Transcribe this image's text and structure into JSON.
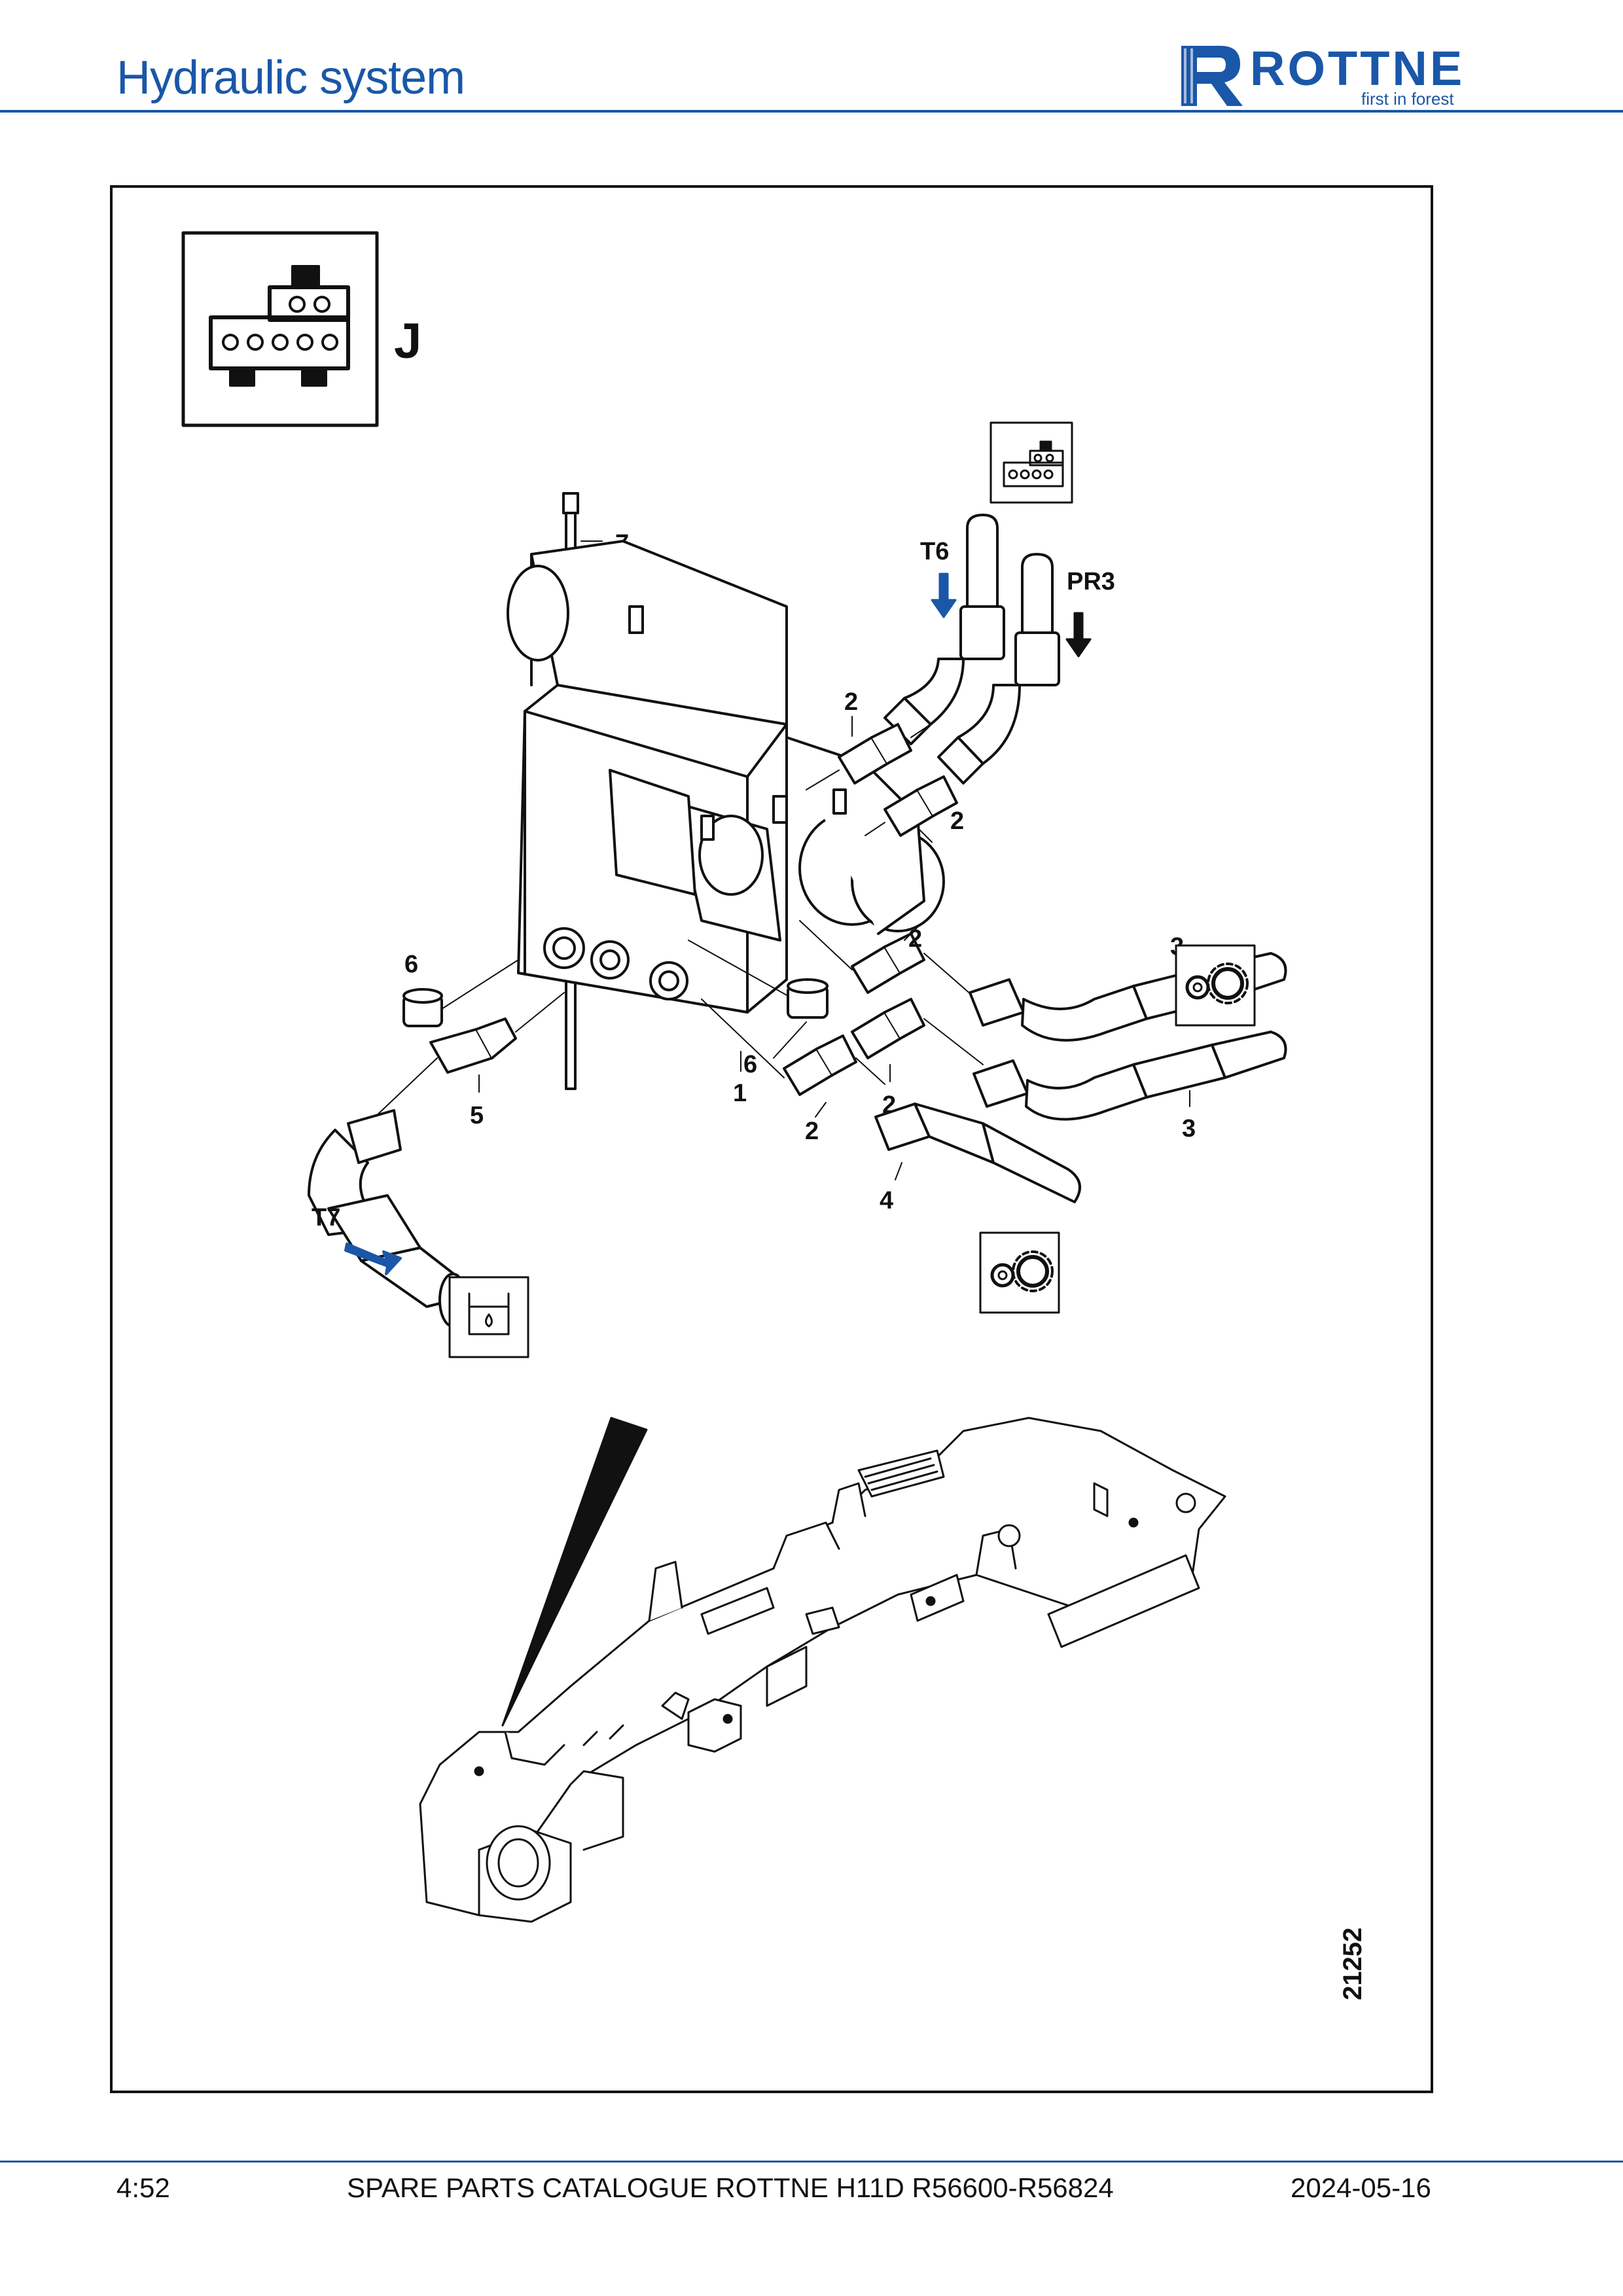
{
  "header": {
    "title": "Hydraulic system"
  },
  "logo": {
    "brand": "ROTTNE",
    "tagline": "first in forest",
    "color": "#1a57a8"
  },
  "drawing": {
    "section_letter": "J",
    "drawing_number": "21252",
    "callouts": {
      "c1": "1",
      "c2a": "2",
      "c2b": "2",
      "c2c": "2",
      "c2d": "2",
      "c2e": "2",
      "c3a": "3",
      "c3b": "3",
      "c4": "4",
      "c5": "5",
      "c6a": "6",
      "c6b": "6",
      "c7": "7"
    },
    "ports": {
      "t6": "T6",
      "pr3": "PR3",
      "t7": "T7"
    },
    "icons": [
      "valve-block-icon",
      "gear-symbol-icon",
      "tank-symbol-icon"
    ],
    "accent_arrow_color": "#1a57a8"
  },
  "footer": {
    "page": "4:52",
    "catalogue": "SPARE PARTS CATALOGUE ROTTNE H11D R56600-R56824",
    "date": "2024-05-16"
  }
}
